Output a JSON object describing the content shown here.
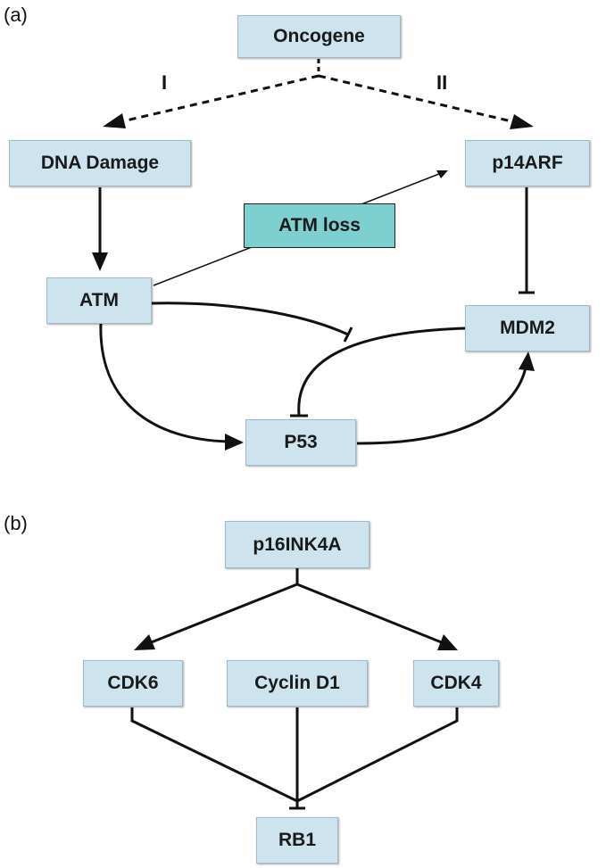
{
  "panels": [
    {
      "label": "(a)"
    },
    {
      "label": "(b)"
    }
  ],
  "panel_a": {
    "nodes": {
      "oncogene": "Oncogene",
      "dna_damage": "DNA Damage",
      "p14arf": "p14ARF",
      "atm_loss": "ATM loss",
      "atm": "ATM",
      "mdm2": "MDM2",
      "p53": "P53"
    },
    "route_labels": {
      "left": "I",
      "right": "II"
    },
    "node_colors": {
      "box": "#cde3ee",
      "highlight": "#7ecfcf"
    },
    "edges": [
      {
        "from": "Oncogene",
        "to": "DNA Damage",
        "style": "dashed",
        "type": "activation"
      },
      {
        "from": "Oncogene",
        "to": "p14ARF",
        "style": "dashed",
        "type": "activation"
      },
      {
        "from": "DNA Damage",
        "to": "ATM",
        "type": "activation"
      },
      {
        "from": "ATM",
        "to": "p14ARF",
        "type": "thin-arrow"
      },
      {
        "from": "p14ARF",
        "to": "MDM2",
        "type": "inhibition"
      },
      {
        "from": "ATM",
        "to": "MDM2 -| P53 edge",
        "type": "inhibition"
      },
      {
        "from": "MDM2",
        "to": "P53",
        "type": "inhibition"
      },
      {
        "from": "ATM",
        "to": "P53",
        "type": "activation"
      },
      {
        "from": "P53",
        "to": "MDM2",
        "type": "activation"
      }
    ]
  },
  "panel_b": {
    "nodes": {
      "p16": "p16INK4A",
      "cdk6": "CDK6",
      "cyclin": "Cyclin D1",
      "cdk4": "CDK4",
      "rb1": "RB1"
    },
    "edges": [
      {
        "from": "p16INK4A",
        "to": "CDK6",
        "type": "activation"
      },
      {
        "from": "p16INK4A",
        "to": "CDK4",
        "type": "activation"
      },
      {
        "from": "CDK6",
        "to": "RB1",
        "type": "inhibition"
      },
      {
        "from": "Cyclin D1",
        "to": "RB1",
        "type": "inhibition"
      },
      {
        "from": "CDK4",
        "to": "RB1",
        "type": "inhibition"
      }
    ]
  }
}
